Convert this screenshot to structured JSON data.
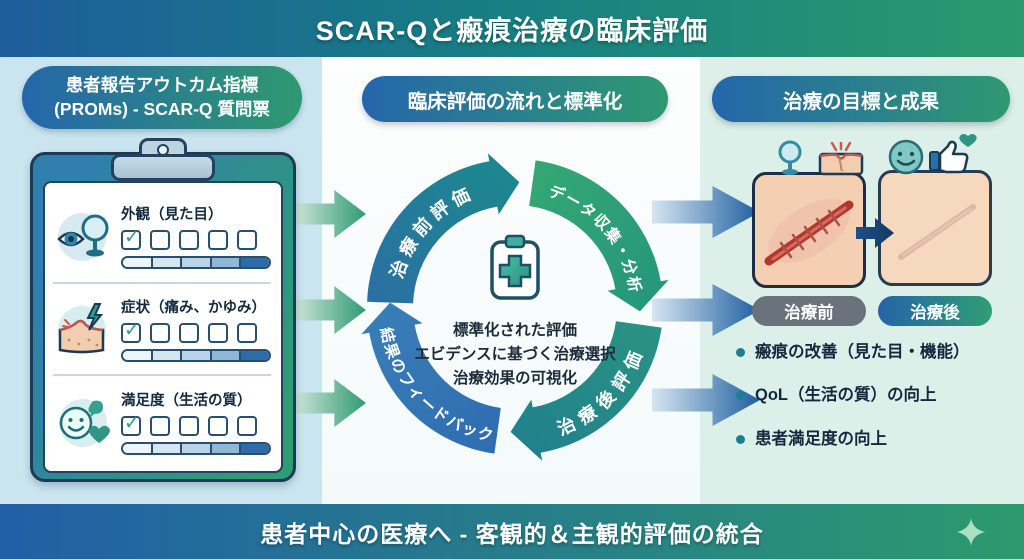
{
  "title": "SCAR-Qと瘢痕治療の臨床評価",
  "footer": {
    "text": "患者中心の医療へ - 客観的＆主観的評価の統合",
    "decoration": "sparkle-icon"
  },
  "left_panel": {
    "header_line1": "患者報告アウトカム指標",
    "header_line2": "(PROMs) - SCAR-Q 質問票",
    "items": [
      {
        "label": "外観（見た目）",
        "icon": "appearance-eye-mirror-icon",
        "scale_boxes": 5,
        "checked_box": 1,
        "progress_segments": 5
      },
      {
        "label": "症状（痛み、かゆみ）",
        "icon": "symptom-skin-lightning-icon",
        "scale_boxes": 5,
        "checked_box": 1,
        "progress_segments": 5
      },
      {
        "label": "満足度（生活の質）",
        "icon": "satisfaction-smiley-heart-icon",
        "scale_boxes": 5,
        "checked_box": 1,
        "progress_segments": 5
      }
    ]
  },
  "center_panel": {
    "header": "臨床評価の流れと標準化",
    "cycle_steps": [
      "治療前評価",
      "データ収集・分析",
      "治療後評価",
      "結果のフィードバック"
    ],
    "center_icon": "clipboard-cross-icon",
    "center_lines": [
      "標準化された評価",
      "エビデンスに基づく治療選択",
      "治療効果の可視化"
    ]
  },
  "right_panel": {
    "header": "治療の目標と成果",
    "before_label": "治療前",
    "after_label": "治療後",
    "before_icons": [
      "hand-mirror-icon",
      "skin-pain-icon"
    ],
    "after_icons": [
      "smiley-icon",
      "thumbs-up-heart-icon"
    ],
    "bullets": [
      "瘢痕の改善（見た目・機能）",
      "QoL（生活の質）の向上",
      "患者満足度の向上"
    ]
  },
  "colors": {
    "banner_blue": "#1e5d9b",
    "banner_green": "#2b9a6e",
    "accent_teal": "#1b8a8a",
    "navy_outline": "#1d3a55",
    "gray_pill": "#6a737b",
    "left_bg": "#cbe5f0",
    "right_bg": "#dcefe9",
    "skin": "#f4cfb2",
    "scar_red": "#b1372f",
    "progress_dark": "#2d6ca6"
  }
}
